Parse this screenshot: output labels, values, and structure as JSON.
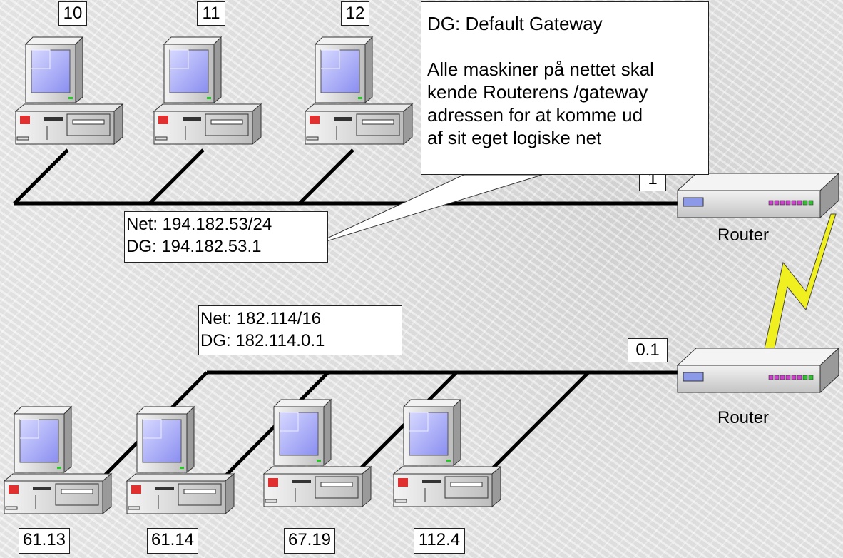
{
  "top_pc_labels": [
    "10",
    "11",
    "12"
  ],
  "bottom_pc_labels": [
    "61.13",
    "61.14",
    "67.19",
    "112.4"
  ],
  "top_router_port": "1",
  "bottom_router_port": "0.1",
  "router_label_top": "Router",
  "router_label_bottom": "Router",
  "net_top": {
    "line1": "Net: 194.182.53/24",
    "line2": "DG: 194.182.53.1"
  },
  "net_bottom": {
    "line1": "Net: 182.114/16",
    "line2": "DG: 182.114.0.1"
  },
  "note": {
    "title": "DG: Default Gateway",
    "lines": [
      "Alle maskiner på nettet skal",
      "kende Routerens /gateway",
      "adressen for at komme ud",
      "af sit eget logiske net"
    ]
  }
}
